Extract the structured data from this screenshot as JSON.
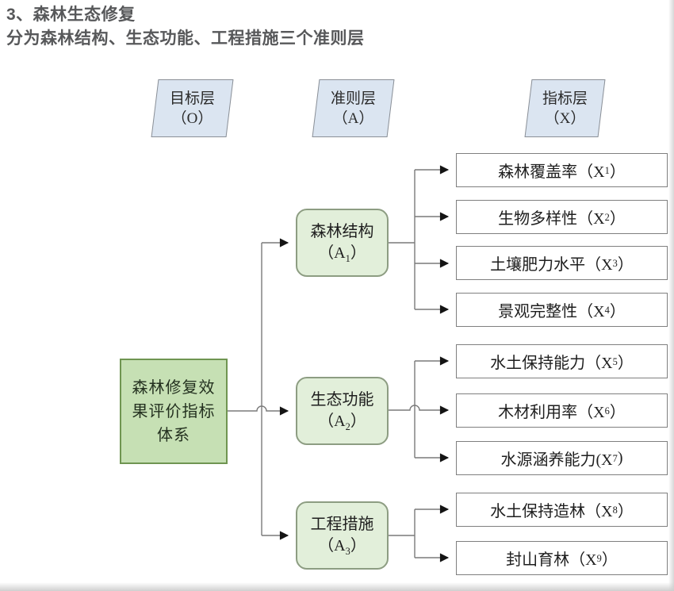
{
  "page": {
    "title": "3、森林生态修复",
    "subtitle": "分为森林结构、生态功能、工程措施三个准则层"
  },
  "layers": [
    {
      "label": "目标层",
      "symbol": "（O）"
    },
    {
      "label": "准则层",
      "symbol": "（A）"
    },
    {
      "label": "指标层",
      "symbol": "（X）"
    }
  ],
  "goal": {
    "text": "森林修复效果评价指标体系"
  },
  "criteria": [
    {
      "name": "森林结构",
      "pre": "（A",
      "sub": "1",
      "post": "）"
    },
    {
      "name": "生态功能",
      "pre": "（A",
      "sub": "2",
      "post": "）"
    },
    {
      "name": "工程措施",
      "pre": "（A",
      "sub": "3",
      "post": "）"
    }
  ],
  "indicators": [
    {
      "pre": "森林覆盖率（X",
      "sub": "1",
      "post": "）"
    },
    {
      "pre": "生物多样性（X",
      "sub": "2",
      "post": "）"
    },
    {
      "pre": "土壤肥力水平（X",
      "sub": "3",
      "post": "）"
    },
    {
      "pre": "景观完整性（X",
      "sub": "4",
      "post": "）"
    },
    {
      "pre": "水土保持能力（X",
      "sub": "5",
      "post": "）"
    },
    {
      "pre": "木材利用率（X",
      "sub": "6",
      "post": "）"
    },
    {
      "pre": "水源涵养能力(X",
      "sub": "7",
      "post": ")"
    },
    {
      "pre": "水土保持造林（X",
      "sub": "8",
      "post": "）"
    },
    {
      "pre": "封山育林（X",
      "sub": "9",
      "post": "）"
    }
  ],
  "colors": {
    "goal_fill": "#c6e0b4",
    "goal_border": "#6f9551",
    "criteria_fill": "#e2efda",
    "criteria_border": "#8d9d82",
    "layer_fill": "#dbe5f1",
    "indicator_border": "#7f7f7f",
    "connector": "#7a7a7a",
    "heading_text": "#57585a"
  }
}
